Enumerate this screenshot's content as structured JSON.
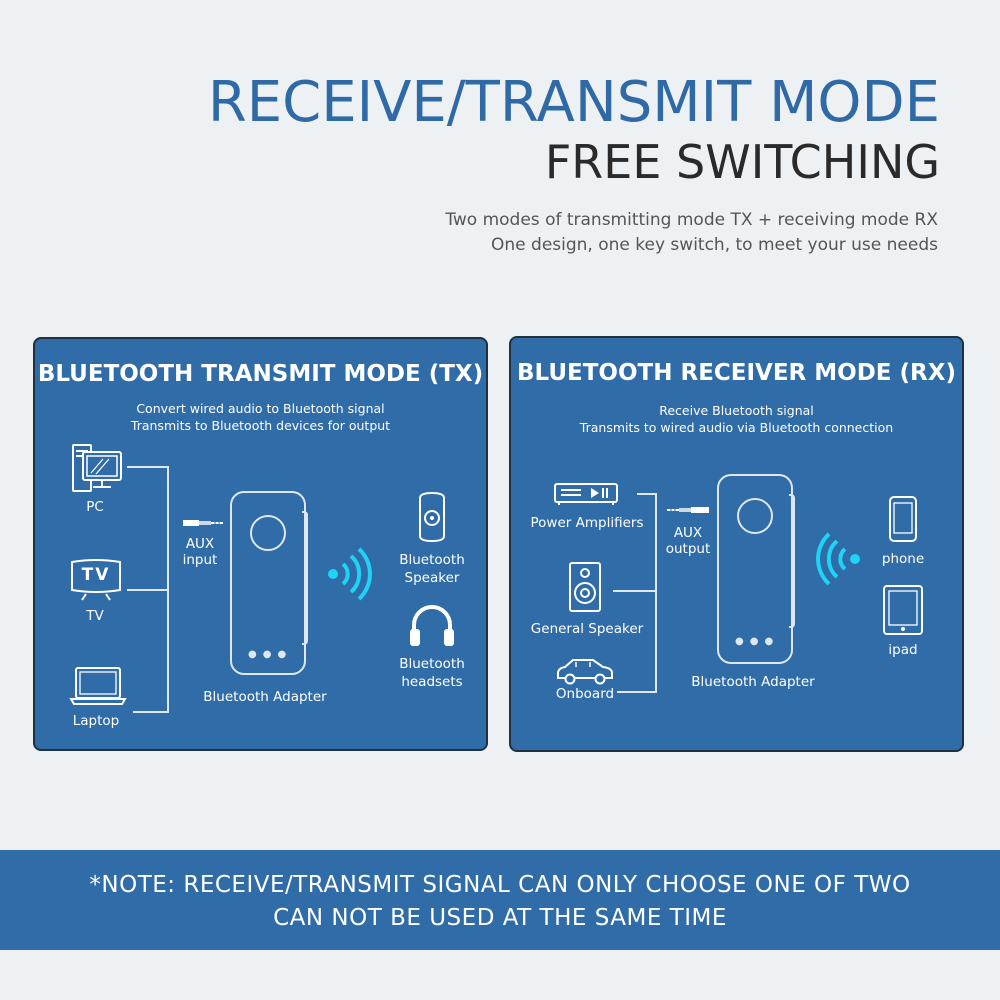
{
  "header": {
    "title_line1": "RECEIVE/TRANSMIT MODE",
    "title_line2": "FREE SWITCHING",
    "subtitle_line1": "Two modes of transmitting mode TX + receiving mode RX",
    "subtitle_line2": "One design, one key switch, to meet your use needs"
  },
  "tx_panel": {
    "title": "BLUETOOTH TRANSMIT MODE (TX)",
    "desc_line1": "Convert wired audio to Bluetooth signal",
    "desc_line2": "Transmits to Bluetooth devices for output",
    "sources": [
      "PC",
      "TV",
      "Laptop"
    ],
    "tv_screen_text": "TV",
    "aux_label_line1": "AUX",
    "aux_label_line2": "input",
    "adapter_label": "Bluetooth Adapter",
    "outputs": [
      {
        "line1": "Bluetooth",
        "line2": "Speaker"
      },
      {
        "line1": "Bluetooth",
        "line2": "headsets"
      }
    ]
  },
  "rx_panel": {
    "title": "BLUETOOTH RECEIVER MODE (RX)",
    "desc_line1": "Receive Bluetooth signal",
    "desc_line2": "Transmits to wired audio via Bluetooth connection",
    "outputs": [
      "Power Amplifiers",
      "General Speaker",
      "Onboard"
    ],
    "aux_label_line1": "AUX",
    "aux_label_line2": "output",
    "adapter_label": "Bluetooth Adapter",
    "sources": [
      "phone",
      "ipad"
    ]
  },
  "note": {
    "line1": "*NOTE: RECEIVE/TRANSMIT SIGNAL CAN ONLY CHOOSE ONE OF TWO",
    "line2": "CAN NOT BE USED AT THE SAME TIME"
  },
  "colors": {
    "title_blue": "#2f6aa6",
    "panel_blue": "#2f6ca8",
    "wave_cyan": "#1fd3f5",
    "background": "#eef1f4"
  }
}
